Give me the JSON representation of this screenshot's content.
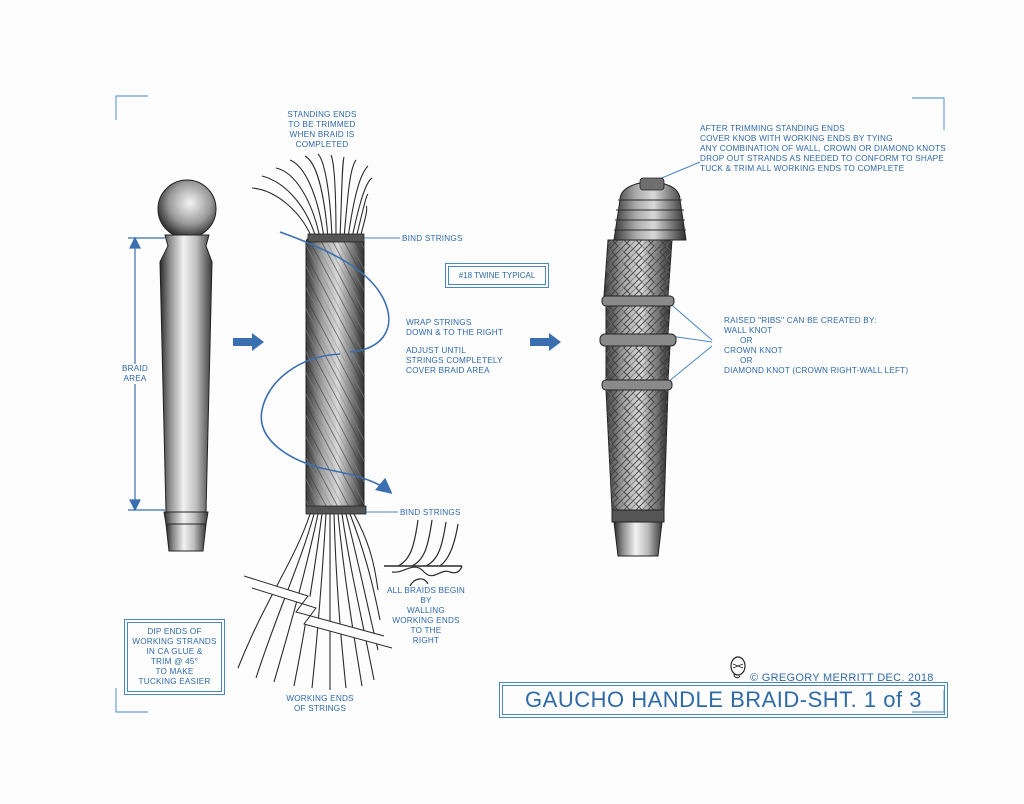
{
  "labels": {
    "standing_ends": [
      "STANDING ENDS",
      "TO BE TRIMMED",
      "WHEN BRAID IS",
      "COMPLETED"
    ],
    "bind_strings_top": "BIND STRINGS",
    "twine": "#18 TWINE TYPICAL",
    "wrap_strings": [
      "WRAP STRINGS",
      "DOWN & TO THE RIGHT"
    ],
    "adjust": [
      "ADJUST  UNTIL",
      "STRINGS COMPLETELY",
      "COVER BRAID AREA"
    ],
    "braid_area": [
      "BRAID",
      "AREA"
    ],
    "bind_strings_bottom": "BIND STRINGS",
    "all_braids": [
      "ALL BRAIDS BEGIN",
      "BY",
      "WALLING",
      "WORKING ENDS",
      "TO THE",
      "RIGHT"
    ],
    "dip_ends": [
      "DIP ENDS OF",
      "WORKING STRANDS",
      "IN CA GLUE &",
      "TRIM @ 45°",
      "TO MAKE",
      "TUCKING EASIER"
    ],
    "working_ends": [
      "WORKING ENDS",
      "OF STRINGS"
    ],
    "after_trimming": [
      "AFTER TRIMMING STANDING ENDS",
      "COVER KNOB WITH WORKING ENDS BY TYING",
      "ANY COMBINATION OF WALL, CROWN OR DIAMOND KNOTS",
      "DROP OUT STRANDS AS NEEDED TO CONFORM TO SHAPE",
      "TUCK & TRIM ALL WORKING ENDS TO COMPLETE"
    ],
    "ribs": [
      "RAISED \"RIBS\" CAN BE CREATED BY:",
      "WALL KNOT",
      "OR",
      "CROWN KNOT",
      "OR",
      "DIAMOND KNOT (CROWN RIGHT-WALL LEFT)"
    ]
  },
  "copyright": "© GREGORY MERRITT   DEC. 2018",
  "title": "GAUCHO HANDLE BRAID-SHT. 1 of 3",
  "colors": {
    "ink": "#2f6aa8",
    "line": "#4a86c2",
    "arrow": "#3a6fb0",
    "pencil": "#333333",
    "paper": "#fdfdfd"
  }
}
